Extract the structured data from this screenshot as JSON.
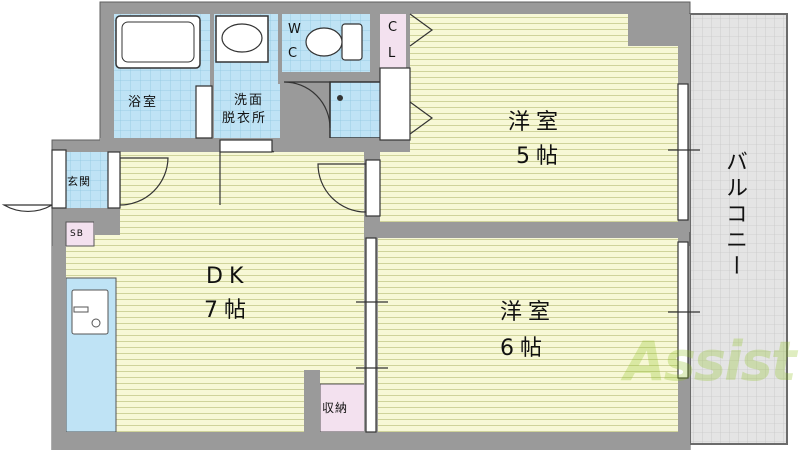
{
  "rooms": {
    "bath": "浴室",
    "washroom_line1": "洗面",
    "washroom_line2": "脱衣所",
    "wc_w": "W",
    "wc_c": "C",
    "cl_c": "C",
    "cl_l": "L",
    "western5_name": "洋室",
    "western5_size": "5帖",
    "western6_name": "洋室",
    "western6_size": "6帖",
    "dk_name": "DK",
    "dk_size": "7帖",
    "entrance": "玄関",
    "shoebox": "SB",
    "storage": "収納",
    "balcony": "バルコニー"
  },
  "watermark": {
    "text": "Assist"
  },
  "colors": {
    "wall": "#9a9a9a",
    "wall_edge": "#5f5f5f",
    "floor": "#f7f8d6",
    "floor_line": "#cfd39a",
    "wet_area": "#bfe3f5",
    "closet": "#f3e1ef",
    "balcony_tile": "#e4e4e4",
    "watermark": "#8ec21f"
  }
}
